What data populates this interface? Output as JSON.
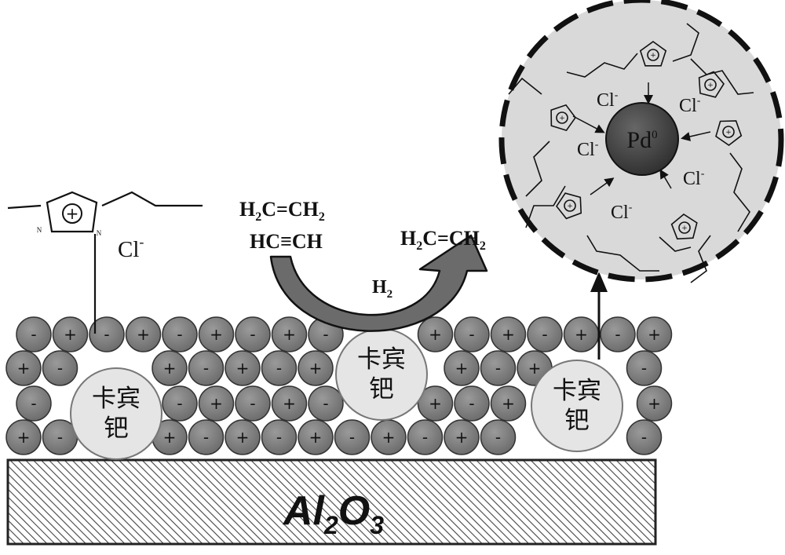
{
  "substrate": {
    "formula": "Al",
    "sub1": "2",
    "o": "O",
    "sub2": "3"
  },
  "reactants": {
    "ethylene": {
      "a": "H",
      "a_sub": "2",
      "b": "C=CH",
      "b_sub": "2"
    },
    "acetylene": "HC≡CH"
  },
  "product": {
    "a": "H",
    "a_sub": "2",
    "b": "C=CH",
    "b_sub": "2"
  },
  "hydrogen": {
    "label": "H",
    "sub": "2"
  },
  "ionic_liquid": {
    "cation_charge": "+",
    "nitrogen": "N",
    "anion": "Cl",
    "anion_charge": "-"
  },
  "carbene_palladium_label": {
    "line1": "卡宾",
    "line2": "钯"
  },
  "pd_center": {
    "symbol": "Pd",
    "oxidation_state": "0"
  },
  "zoom_anions": [
    "Cl",
    "Cl",
    "Cl",
    "Cl",
    "Cl"
  ],
  "zoom_anion_charge": "-",
  "ion_signs": {
    "positive": "+",
    "negative": "-"
  },
  "colors": {
    "ion": "#7a7a7a",
    "carbene_circle": "#e5e5e5",
    "zoom_fill": "#d9d9d9",
    "pd_core": "#444444",
    "arrow_fill": "#6b6b6b",
    "hatch": "#444444"
  }
}
